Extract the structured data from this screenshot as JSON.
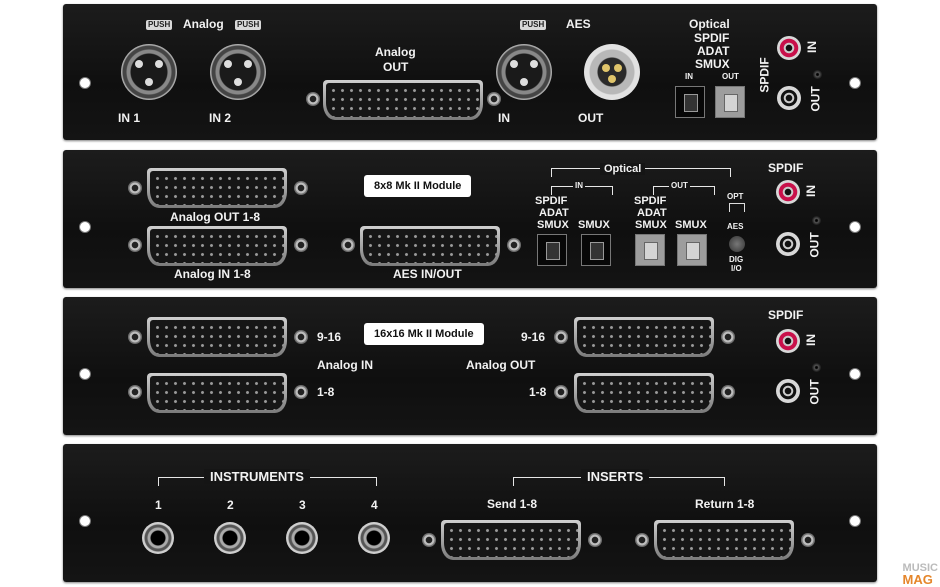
{
  "panel1": {
    "analog": "Analog",
    "push1": "PUSH",
    "push2": "PUSH",
    "push3": "PUSH",
    "in1": "IN 1",
    "in2": "IN 2",
    "analog_out1": "Analog",
    "analog_out2": "OUT",
    "aes": "AES",
    "aes_in": "IN",
    "aes_out": "OUT",
    "optical": "Optical",
    "spdif_t": "SPDIF",
    "adat": "ADAT",
    "smux": "SMUX",
    "opt_in": "IN",
    "opt_out": "OUT",
    "spdif_vert": "SPDIF",
    "rca_in": "IN",
    "rca_out": "OUT"
  },
  "panel2": {
    "analog_out": "Analog OUT 1-8",
    "analog_in": "Analog IN 1-8",
    "module": "8x8 Mk II Module",
    "aes_io": "AES IN/OUT",
    "optical": "Optical",
    "opt_in": "IN",
    "opt_out": "OUT",
    "in_spdif": "SPDIF",
    "in_adat": "ADAT",
    "in_smux": "SMUX",
    "in_smux2": "SMUX",
    "out_spdif": "SPDIF",
    "out_adat": "ADAT",
    "out_smux": "SMUX",
    "out_smux2": "SMUX",
    "sw_opt": "OPT",
    "sw_aes": "AES",
    "sw_dig1": "DIG",
    "sw_dig2": "I/O",
    "spdif": "SPDIF",
    "rca_in": "IN",
    "rca_out": "OUT"
  },
  "panel3": {
    "in_9_16": "9-16",
    "in_1_8": "1-8",
    "analog_in": "Analog IN",
    "module": "16x16 Mk II Module",
    "out_9_16": "9-16",
    "out_1_8": "1-8",
    "analog_out": "Analog OUT",
    "spdif": "SPDIF",
    "rca_in": "IN",
    "rca_out": "OUT"
  },
  "panel4": {
    "instruments": "INSTRUMENTS",
    "inst": [
      "1",
      "2",
      "3",
      "4"
    ],
    "inserts": "INSERTS",
    "send": "Send 1-8",
    "ret": "Return 1-8"
  },
  "watermark": {
    "line1": "MUSIC",
    "line2": "MAG"
  }
}
